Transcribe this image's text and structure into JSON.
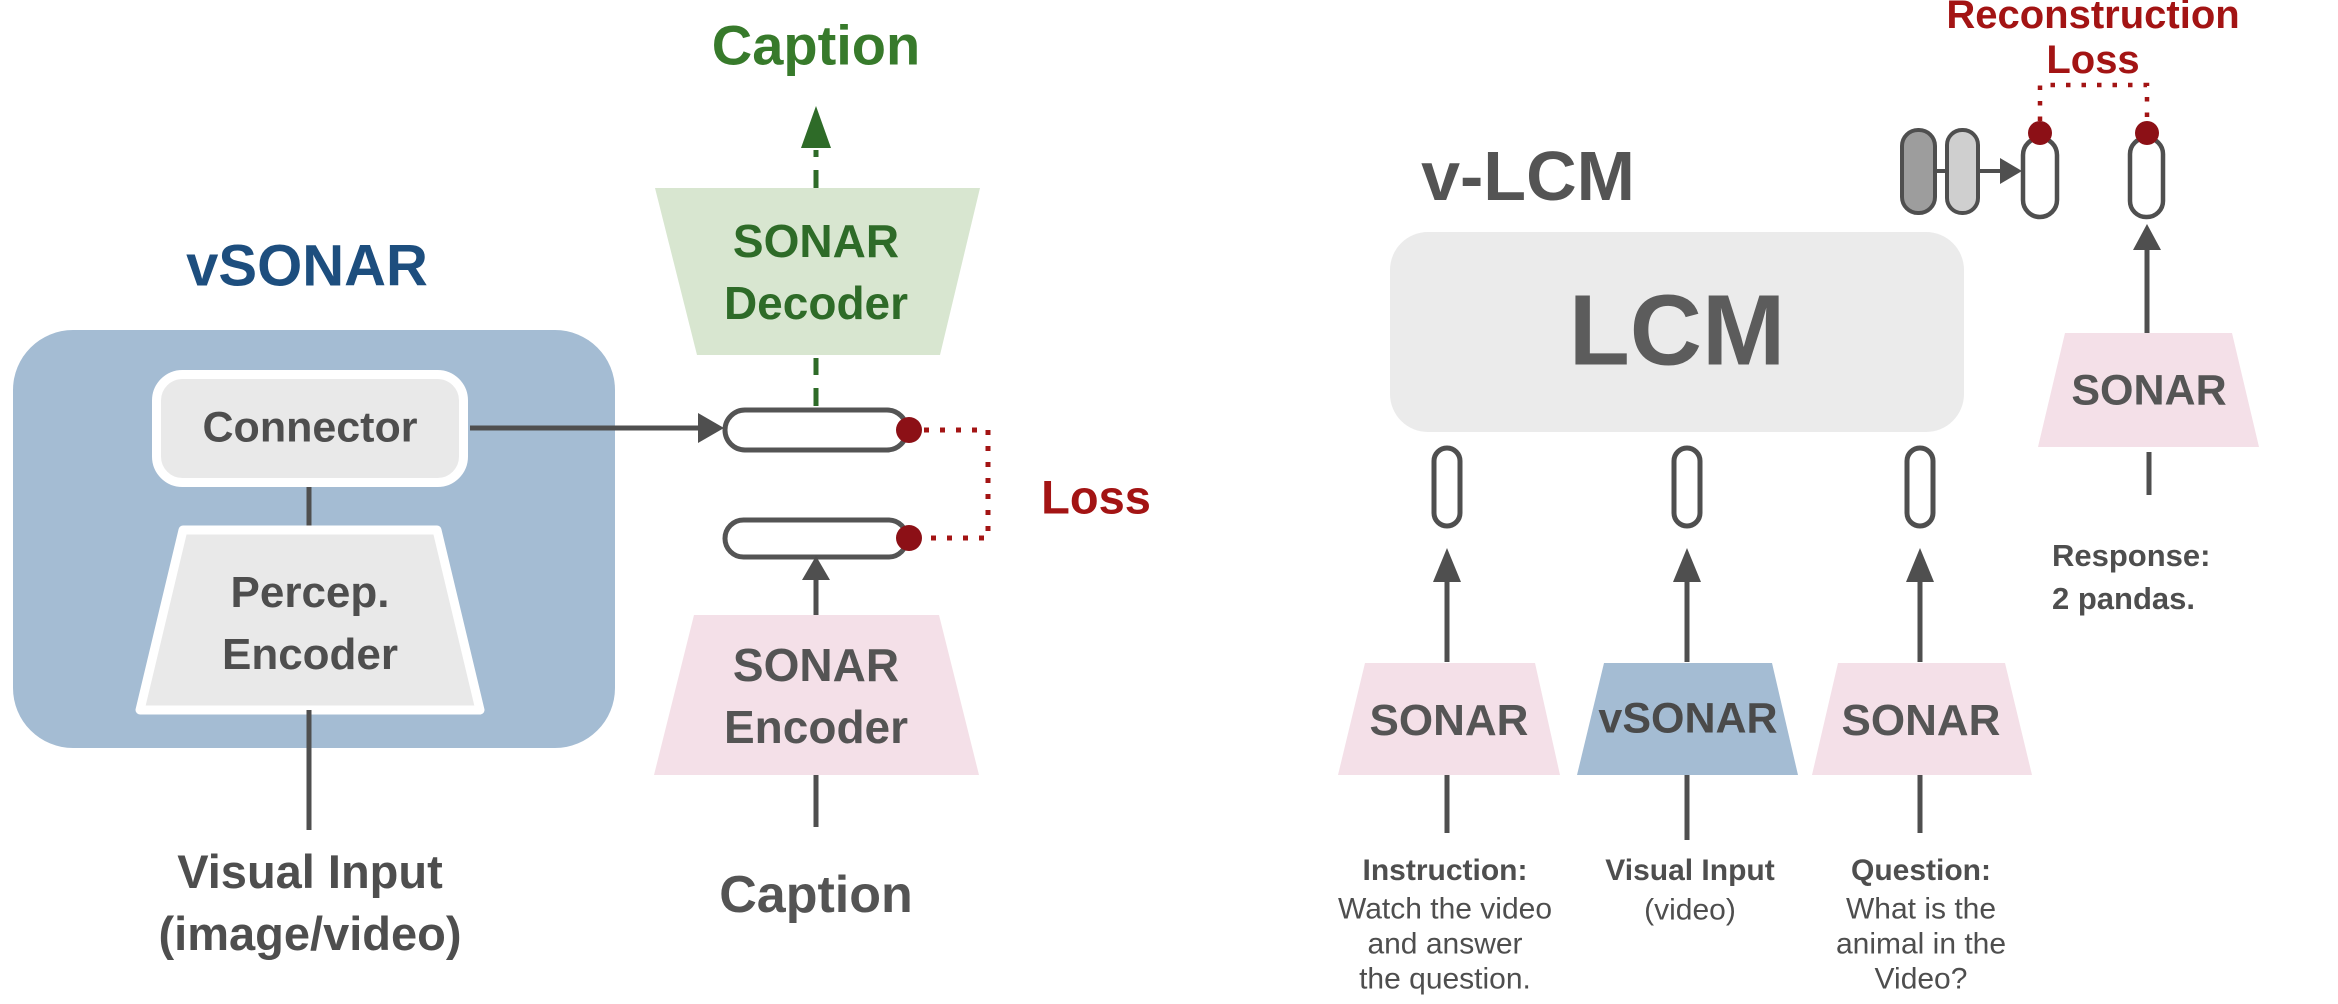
{
  "colors": {
    "accent_blue_text": "#1d4e7e",
    "blue_fill": "#a4bcd3",
    "green_fill": "#d8e6d0",
    "green_text": "#2e6b28",
    "caption_green": "#377a2b",
    "pink_fill": "#f4e0e8",
    "light_gray_fill": "#e9e9e9",
    "lcm_gray_fill": "#ebebeb",
    "loss_red": "#a31414",
    "dot_maroon": "#8c1016",
    "text_gray": "#4e4e4e",
    "line_gray": "#4f4f4f",
    "dark_pill_fill": "#9d9d9d",
    "light_pill_fill": "#cfcfcf"
  },
  "left": {
    "title": "vSONAR",
    "connector": "Connector",
    "perception_encoder": "Percep.\nEncoder",
    "visual_input": "Visual Input\n(image/video)"
  },
  "middle": {
    "caption_top": "Caption",
    "sonar_decoder": "SONAR\nDecoder",
    "loss": "Loss",
    "sonar_encoder": "SONAR\nEncoder",
    "caption_bottom": "Caption"
  },
  "right": {
    "title": "v-LCM",
    "lcm": "LCM",
    "reconstruction_loss": "Reconstruction Loss",
    "output_encoder": "SONAR",
    "response": "Response:\n2 pandas.",
    "inputs": [
      {
        "encoder": "SONAR",
        "head": "Instruction:",
        "body": "Watch the video\nand answer\nthe question."
      },
      {
        "encoder": "vSONAR",
        "head": "Visual Input",
        "body": "(video)"
      },
      {
        "encoder": "SONAR",
        "head": "Question:",
        "body": "What is the\nanimal in the\nVideo?"
      }
    ]
  }
}
